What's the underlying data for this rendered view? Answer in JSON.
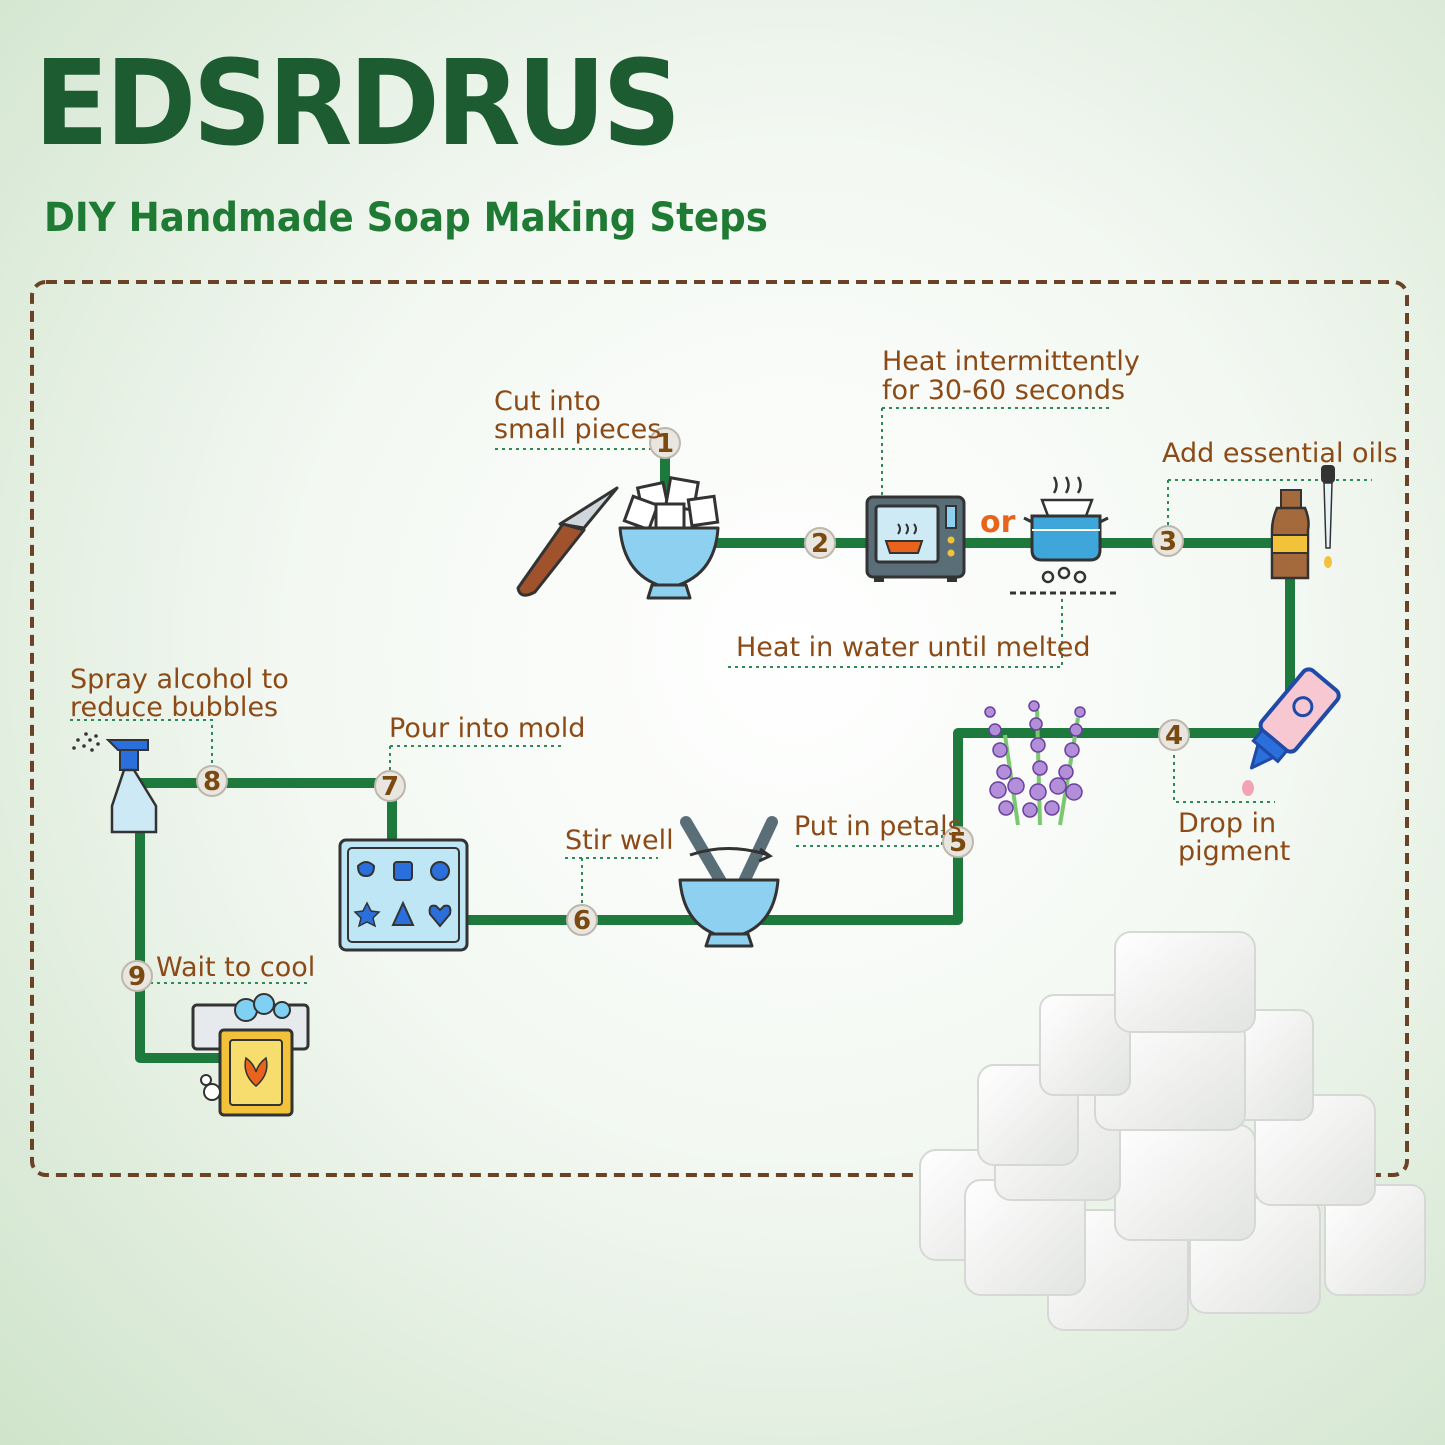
{
  "header": {
    "brand": "EDSRDRUS",
    "subtitle": "DIY Handmade Soap Making Steps"
  },
  "colors": {
    "brand": "#1d5b30",
    "subtitle": "#1f7a33",
    "path": "#1e7a3c",
    "label": "#8b4a16",
    "border": "#6b4226",
    "or": "#e8631b"
  },
  "steps": [
    {
      "number": "1",
      "label_lines": [
        "Cut into",
        "small pieces"
      ],
      "icon": "knife-and-soap-bowl-icon"
    },
    {
      "number": "2",
      "label_lines": [
        "Heat intermittently",
        "for 30-60 seconds"
      ],
      "icon": "microwave-icon"
    },
    {
      "number": "3",
      "label_lines": [
        "Add essential oils"
      ],
      "icon": "essential-oil-bottle-icon"
    },
    {
      "number": "4",
      "label_lines": [
        "Drop in",
        "pigment"
      ],
      "icon": "pigment-bottle-icon"
    },
    {
      "number": "5",
      "label_lines": [
        "Put in petals"
      ],
      "icon": "lavender-icon"
    },
    {
      "number": "6",
      "label_lines": [
        "Stir well"
      ],
      "icon": "stirring-bowl-icon"
    },
    {
      "number": "7",
      "label_lines": [
        "Pour into mold"
      ],
      "icon": "soap-mold-icon"
    },
    {
      "number": "8",
      "label_lines": [
        "Spray alcohol to",
        "reduce bubbles"
      ],
      "icon": "spray-bottle-icon"
    },
    {
      "number": "9",
      "label_lines": [
        "Wait to cool"
      ],
      "icon": "finished-soap-icon"
    }
  ],
  "alt_method": {
    "or_text": "or",
    "label": "Heat in water until melted",
    "icon": "double-boiler-icon"
  },
  "product_image": "soap-base-cubes-icon"
}
